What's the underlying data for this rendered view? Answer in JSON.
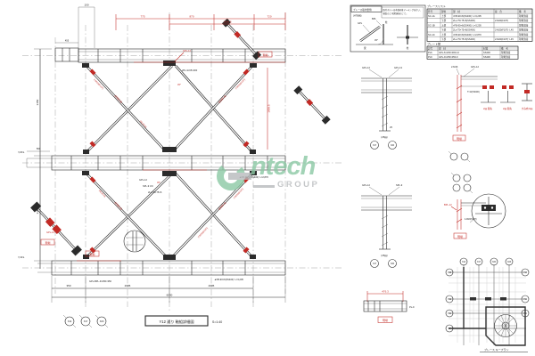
{
  "watermark": {
    "name": "ntech",
    "group": "GROUP"
  },
  "colors": {
    "red": "#c22a25",
    "green": "#8cc9a4",
    "gray": "#b7babc",
    "line": "#2a2a2a"
  },
  "titles": {
    "drawing": "Y12 通り 軸組詳細図",
    "scale": "S=1:40",
    "keyplan": "ブレース キープラン",
    "table1": "ブレースリスト",
    "table2": "プレート類",
    "note_title": "ブレース取付要領",
    "note_sub": "(HTB用)"
  },
  "note": {
    "line1": "取付ボルトは本締め後マーキングを行い、",
    "line2": "検査の上 現場溶接のこと。",
    "gpl": "GPL",
    "bpl": "BPL",
    "col": "柱",
    "col2": "柱",
    "beam": "梁",
    "angle": "45°"
  },
  "table1": {
    "headers": [
      "符号",
      "部位",
      "部　材",
      "接　合",
      "備　考"
    ],
    "rows": [
      [
        "SC-1A",
        "上部",
        "≠FB-90×6(SS400)･L=3,205",
        "",
        "現場溶接"
      ],
      [
        "",
        "下部",
        "2Ls-75×75×6(SS400)",
        "2-M20(F10T)",
        "現場溶接"
      ],
      [
        "SC-1B",
        "上部",
        "≠FB-90×6(SS400)･L=3,205",
        "",
        "現場溶接"
      ],
      [
        "",
        "下部",
        "2Ls-75×75×6(SS400)",
        "2-M20(F10T)･L45",
        "現場溶接"
      ],
      [
        "SC-1C",
        "上部",
        "≠FB-90×6(SS400)･L=2,870",
        "",
        "現場溶接"
      ],
      [
        "",
        "下部",
        "2Ls-75×75×6(SS400)",
        "2-M20(F10T)･L45",
        "現場溶接"
      ]
    ]
  },
  "table2": {
    "headers": [
      "記号",
      "部　材",
      "材質",
      "備　考"
    ],
    "rows": [
      [
        "PL6",
        "GPL-6×200×300-12",
        "SS400",
        "現場溶接"
      ],
      [
        "PL9",
        "GPL-9×250×350-9",
        "SS400",
        "現場溶接"
      ]
    ]
  },
  "dims": {
    "d100": "100",
    "d455": "455",
    "d590": "590",
    "d775": "775",
    "d870": "870",
    "d720": "720",
    "d1806": "1806.5",
    "v3150a": "3150",
    "v3150b": "3150",
    "b350": "350",
    "b2695a": "2695",
    "b2695b": "2695",
    "b6000": "6000",
    "rv1806": "1806.5"
  },
  "grid": {
    "gb1": "X14",
    "gb2": "X17",
    "gb3": "X20",
    "kt1": "X14",
    "kt2": "X17",
    "kt3": "X20",
    "kt4": "X23",
    "kl1": "Y16",
    "kl2": "Y12",
    "kl3": "Y11",
    "kl4": "Y7",
    "kr1": "Y16",
    "kr2": "Y12",
    "kr3": "Y11"
  },
  "brace": {
    "len1": "(2950.6)",
    "len2": "(2950.6)",
    "len3": "(2950.6)",
    "len4": "(2950.6)",
    "fb1": "FB-90×6",
    "fb2": "FB-90×6",
    "bolt1": "2-M20(F10T)",
    "bolt2": "2-M20(F10T)",
    "bolt3": "2-M20(F10T)",
    "bolt4": "2-M20(F10T)",
    "ang1": "45°",
    "ang2": "45°",
    "gpl_top": "GPL-12",
    "gpl_mid": "GPL-12",
    "spl_mid": "SPL-9 t=9",
    "ls_label": "2Ls-75×75×6",
    "apex_label": "2PL-9×65×300",
    "fb_label1": "◄FB-90×6(SS400)･L=3,205",
    "fb_label2": "◄FB-90×6(SS400)･L=2,870",
    "pl_label": "GPL-BPL-9×250×350",
    "gpl_d3": "GPL-12",
    "site1": "現場",
    "site2": "現場",
    "site4": "現場",
    "fl2": "▽2FL",
    "fl1": "▽1FL"
  },
  "details": {
    "m1_l1": "GPL-12",
    "m1_l2": "GPL-13",
    "m1_d": "25",
    "m1_note": "(25㎜)",
    "m2_l1": "GPL-12",
    "m2_l2": "SPL-9",
    "m2_note": "(25㎜)",
    "m3_dim": "476.3",
    "m3_l": "PL-9",
    "m3_site": "現場",
    "r1_l1": "2-M16",
    "r1_l2": "GPL-12",
    "r1_note": "T=12(SS400)",
    "r1_site": "現場",
    "r2_l1": "BPL-12",
    "r2_l2": "4-M20(S10T)",
    "r2_site": "現場",
    "g1": "2㎜ 開先",
    "g2": "2㎜ 開先",
    "g3": "すみ肉 6㎜",
    "c1": "X17",
    "c2": "X20",
    "c3": "X17",
    "c4": "X20"
  }
}
